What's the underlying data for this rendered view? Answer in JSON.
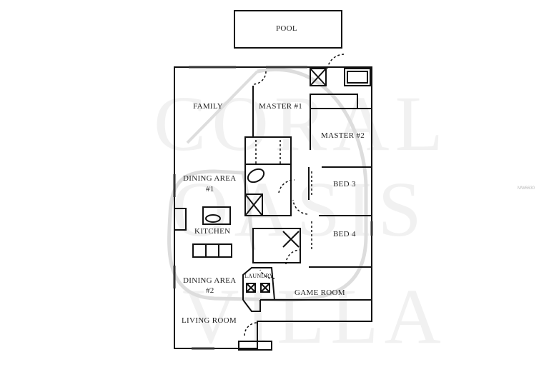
{
  "floorplan": {
    "rooms": {
      "pool": "POOL",
      "family": "FAMILY",
      "master1": "MASTER #1",
      "master2": "MASTER #2",
      "dining1_line1": "DINING AREA",
      "dining1_line2": "#1",
      "bed3": "BED 3",
      "bed4": "BED 4",
      "kitchen": "KITCHEN",
      "dining2_line1": "DINING AREA",
      "dining2_line2": "#2",
      "laundry": "LAUNDRY",
      "game_room": "GAME ROOM",
      "living_room": "LIVING ROOM"
    },
    "watermark": {
      "line1": "CORAL",
      "line2": "OASIS",
      "line3": "VILLA"
    },
    "image_code": "MW6630"
  },
  "colors": {
    "wall": "#111111",
    "watermark": "#e6e6e6",
    "background": "#ffffff"
  }
}
